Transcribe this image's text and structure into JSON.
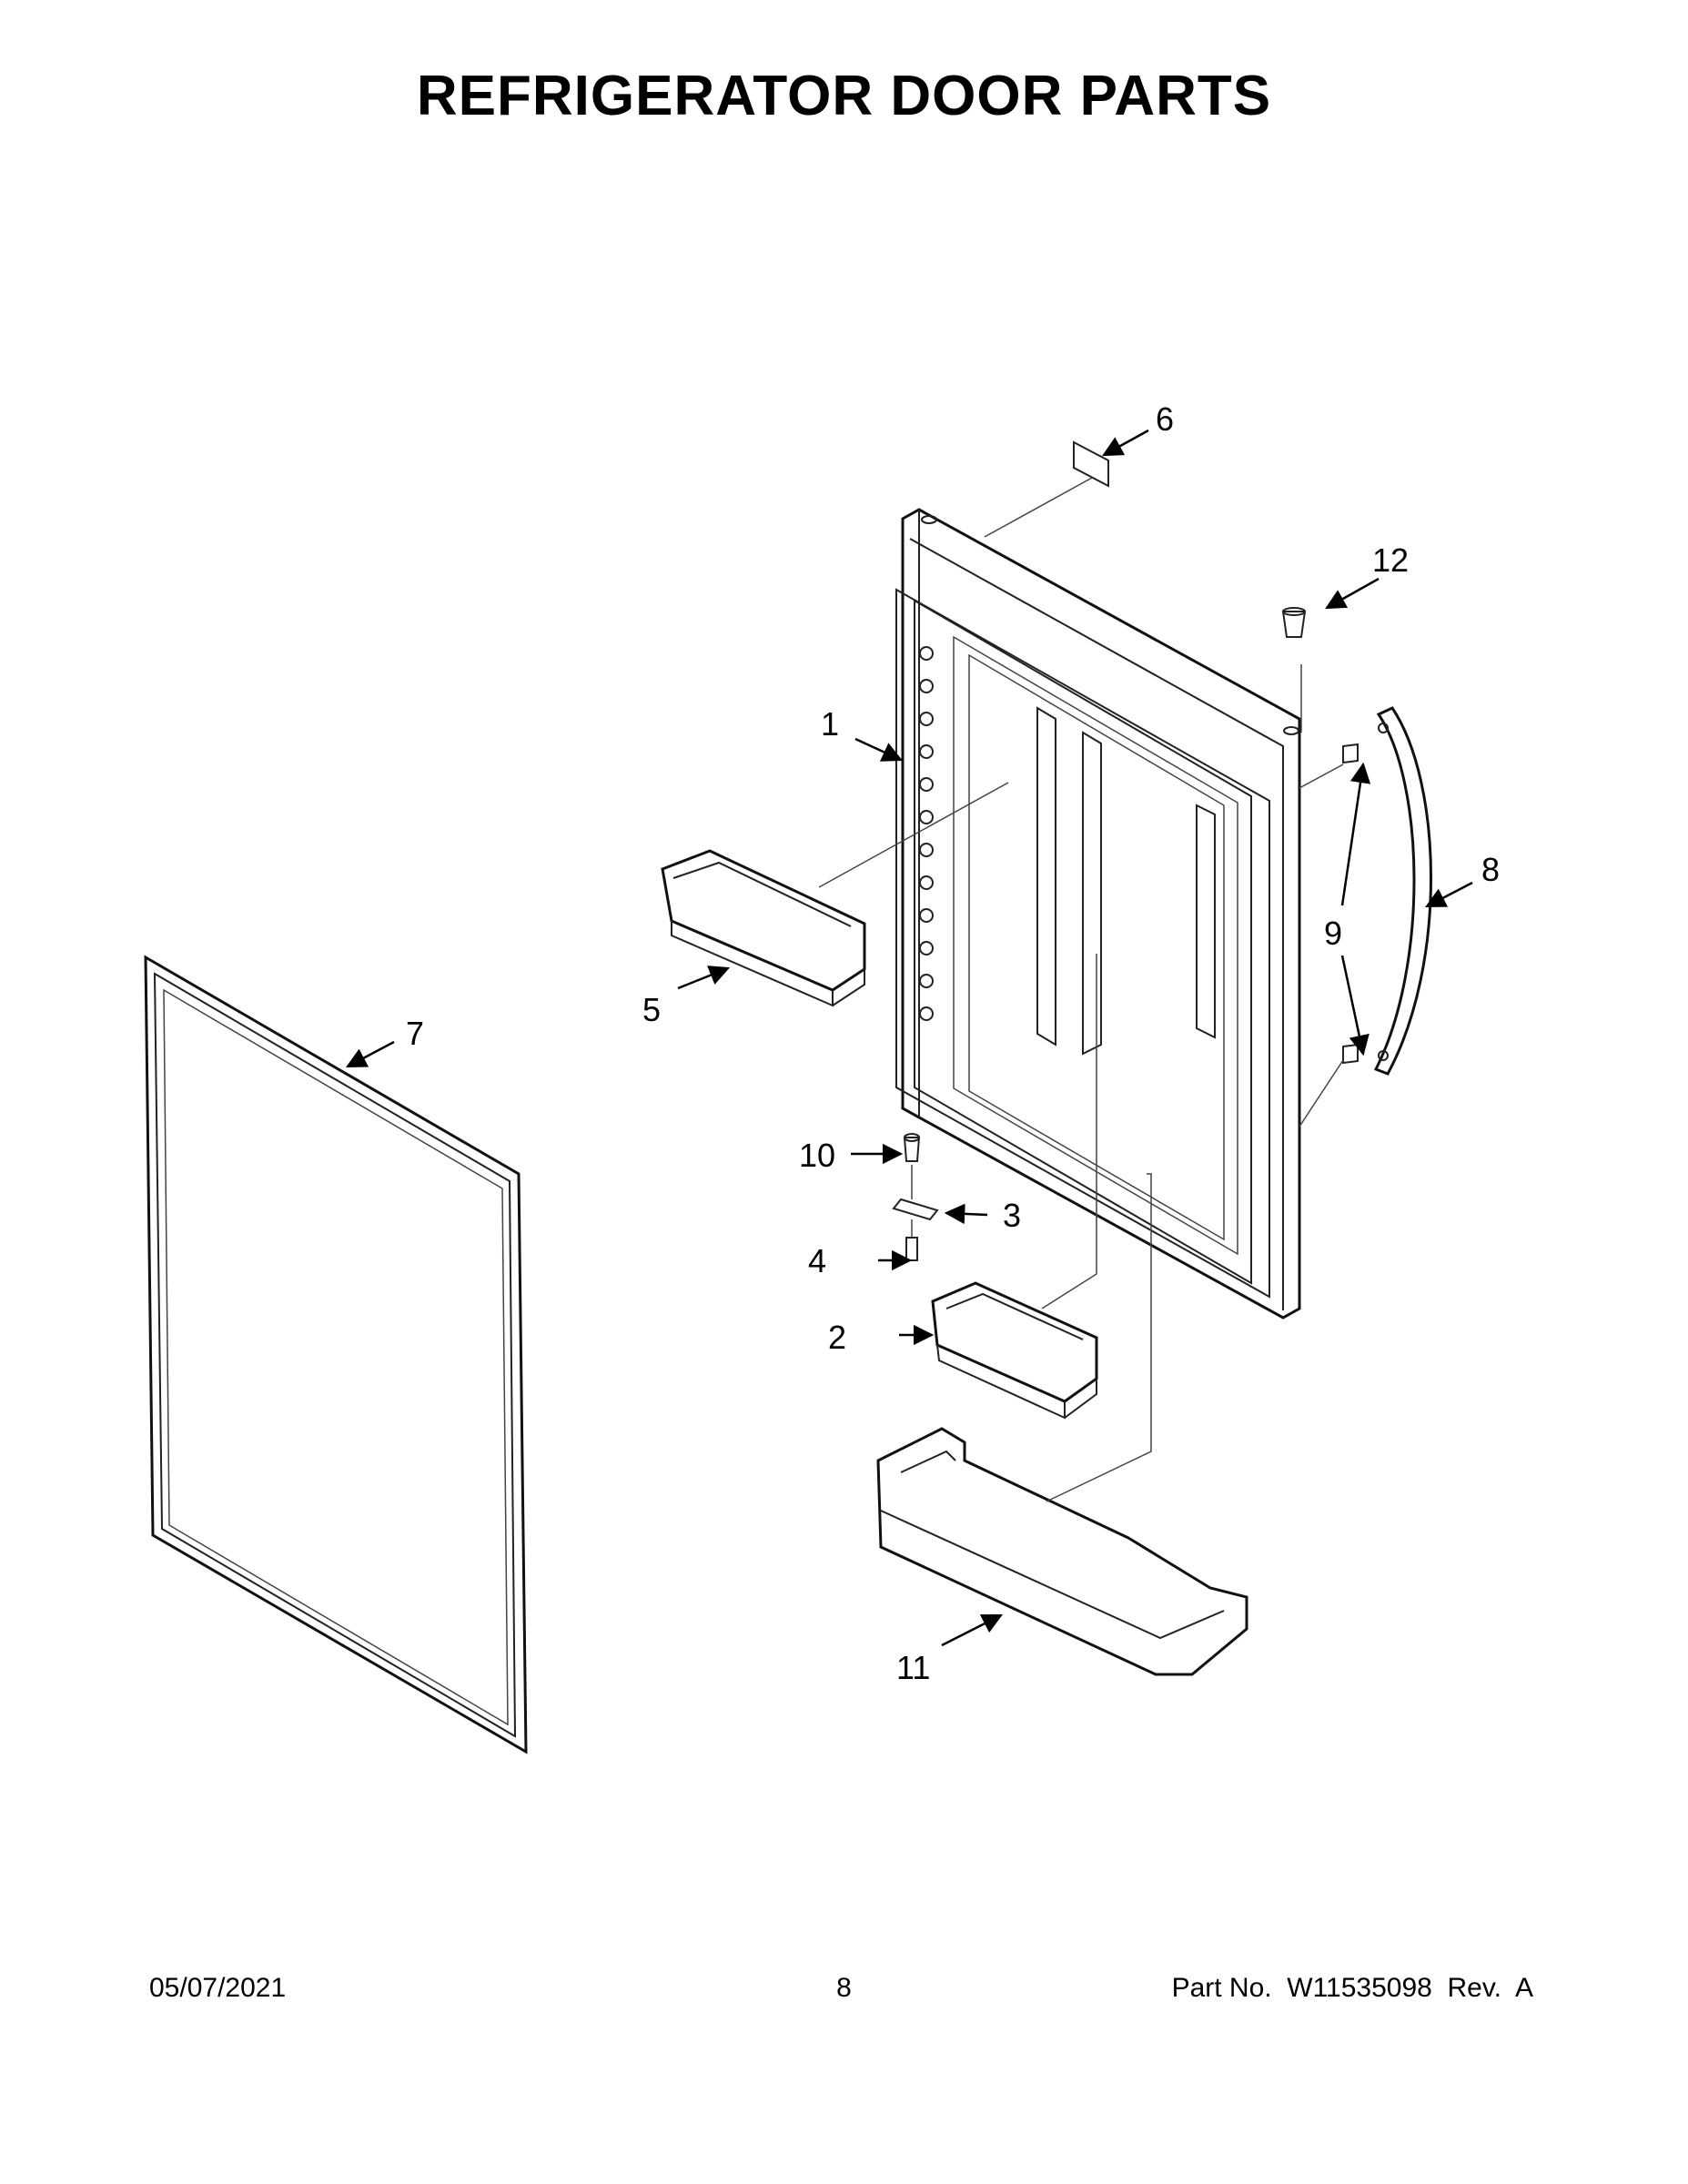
{
  "title": "REFRIGERATOR DOOR PARTS",
  "footer": {
    "date": "05/07/2021",
    "page": "8",
    "part": "Part No.  W11535098  Rev.  A"
  },
  "callouts": {
    "c1": "1",
    "c2": "2",
    "c3": "3",
    "c4": "4",
    "c5": "5",
    "c6": "6",
    "c7": "7",
    "c8": "8",
    "c9": "9",
    "c10": "10",
    "c11": "11",
    "c12": "12"
  }
}
